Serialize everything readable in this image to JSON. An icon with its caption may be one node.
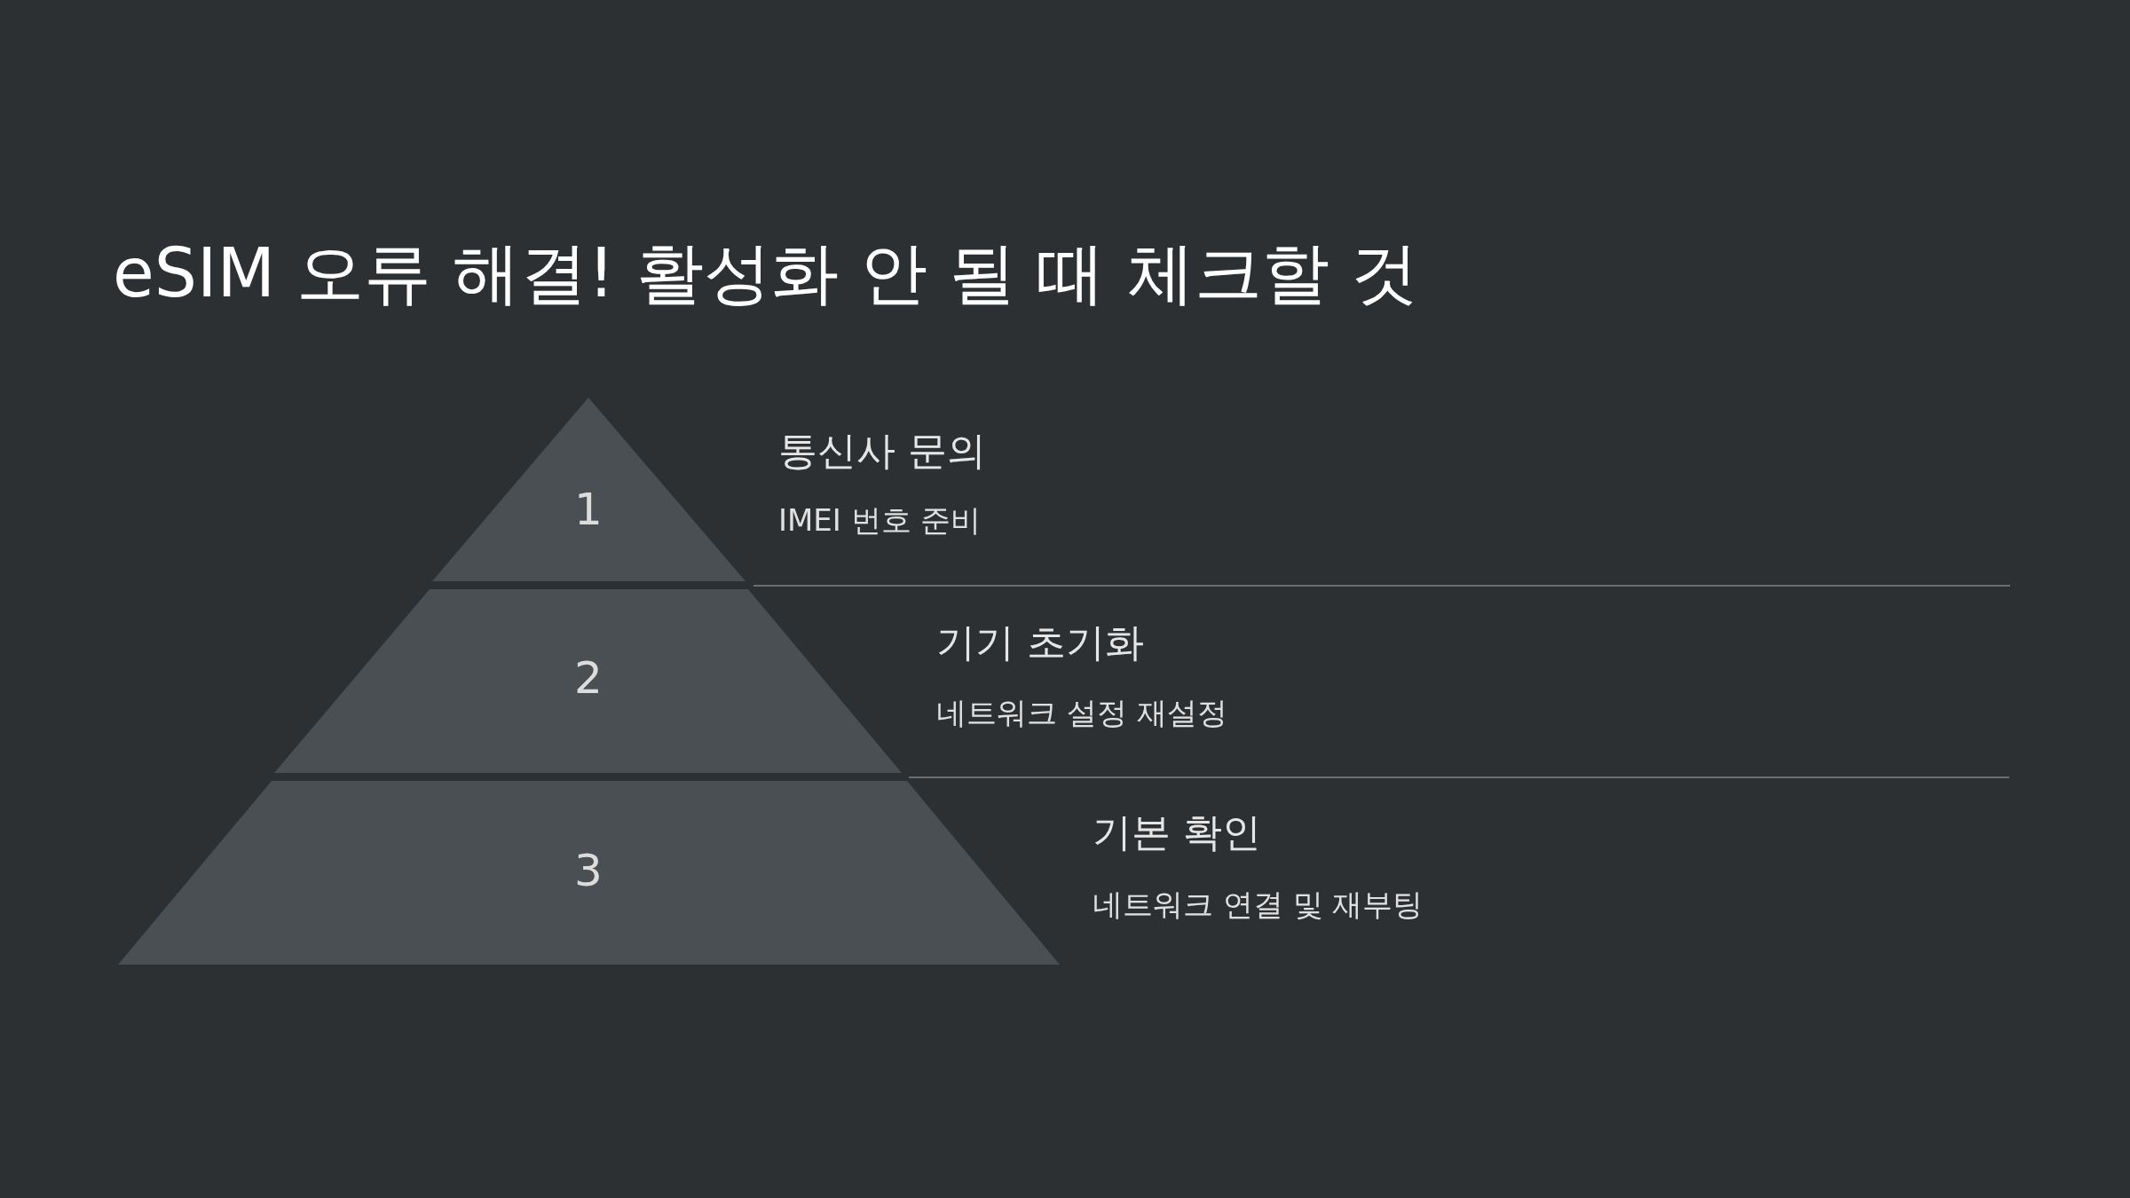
{
  "diagram": {
    "title": "eSIM 오류 해결! 활성화 안 될 때 체크할 것",
    "nodes": [
      {
        "text": [
          "1"
        ],
        "beside": [
          "통신사 문의",
          "IMEI 번호 준비"
        ]
      },
      {
        "text": [
          "2"
        ],
        "beside": [
          "기기 초기화",
          "네트워크 설정 재설정"
        ]
      },
      {
        "text": [
          "3"
        ],
        "beside": [
          "기본 확인",
          "네트워크 연결 및 재부팅"
        ]
      }
    ]
  }
}
